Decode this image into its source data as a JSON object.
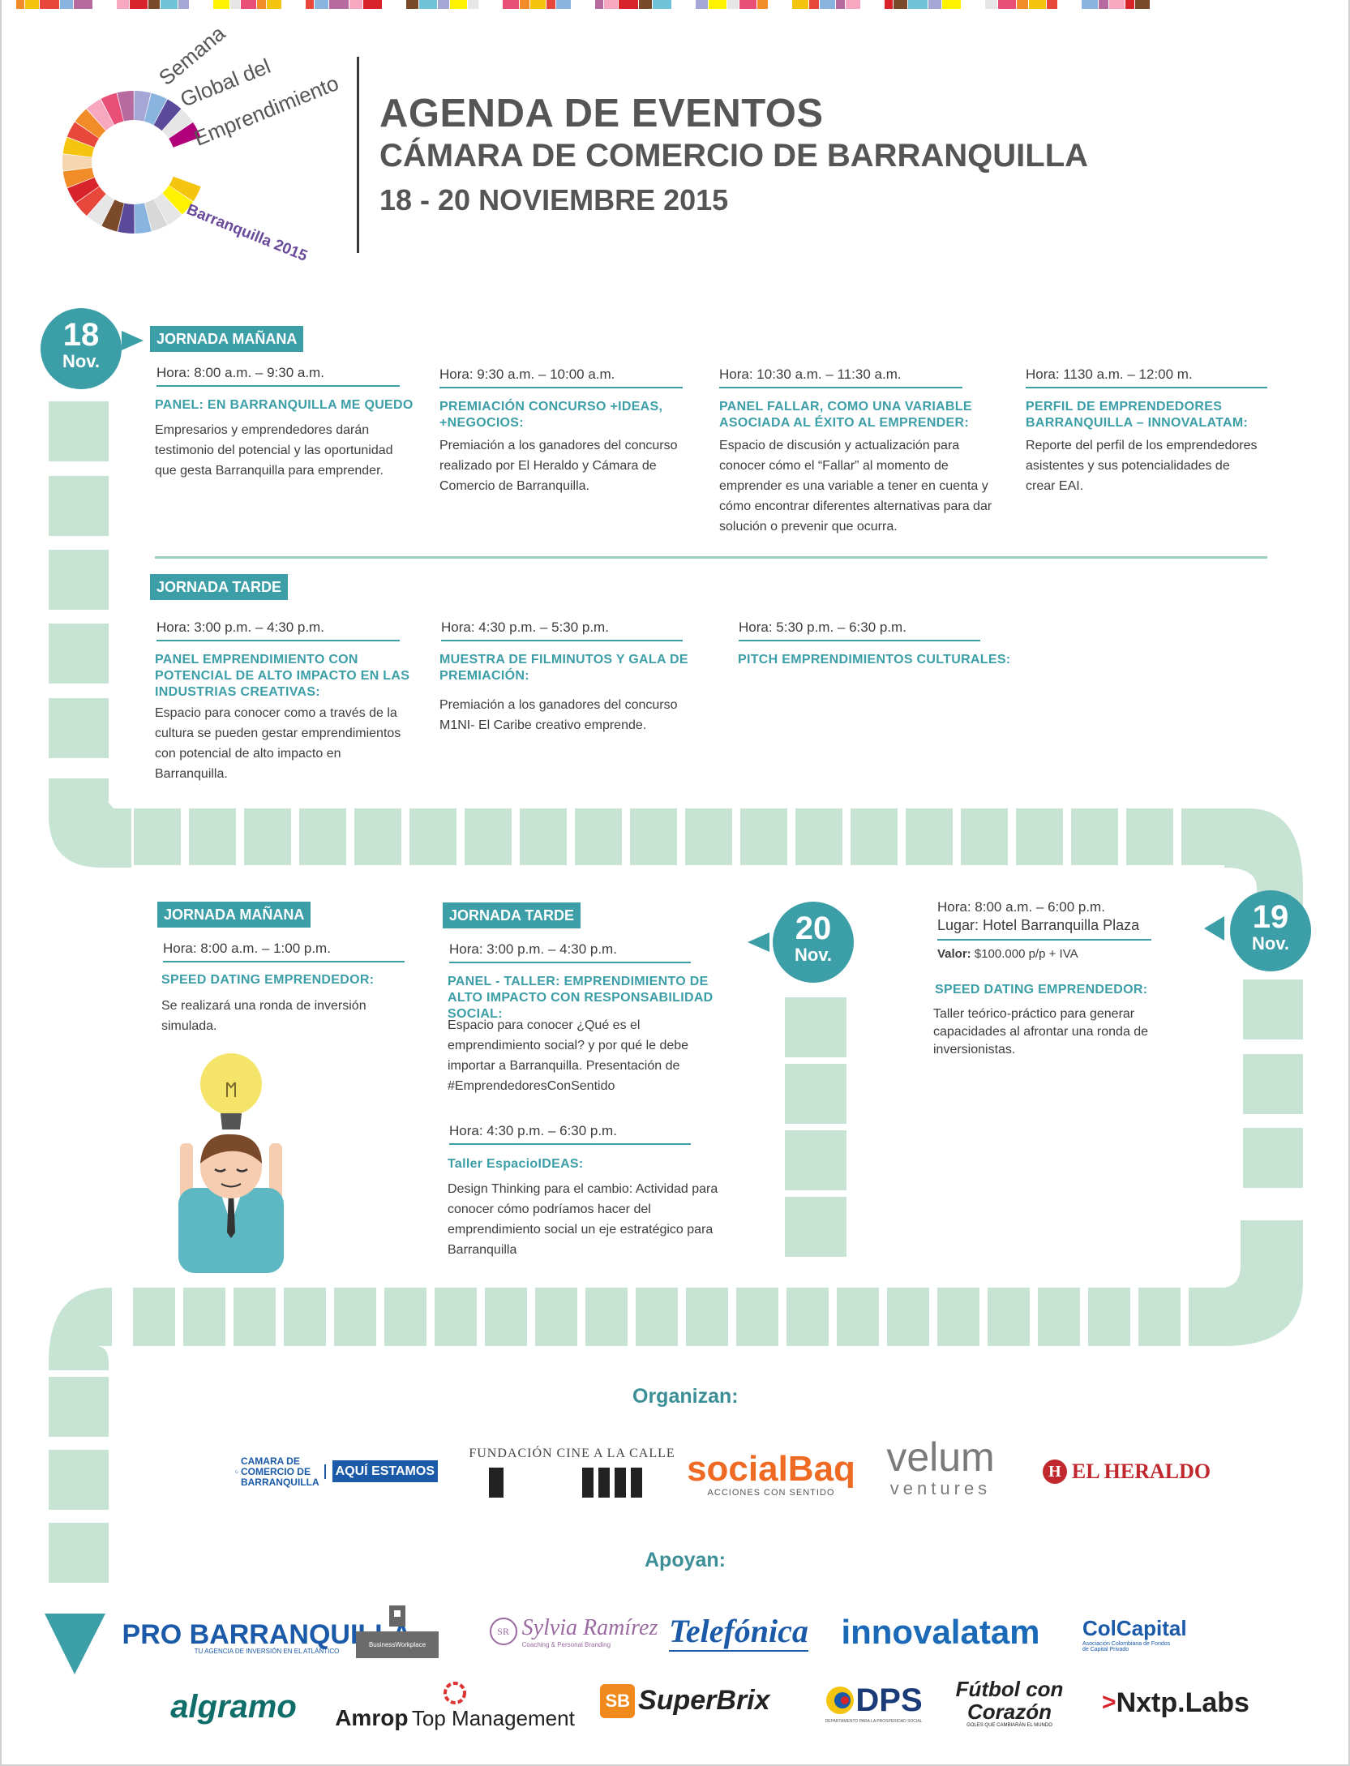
{
  "header": {
    "logo_line1": "Semana",
    "logo_line2": "Global del",
    "logo_line3": "Emprendimiento",
    "logo_city": "Barranquilla 2015",
    "title": "AGENDA DE EVENTOS",
    "subtitle": "CÁMARA DE COMERCIO DE BARRANQUILLA",
    "dates": "18 - 20 NOVIEMBRE 2015"
  },
  "day18": {
    "num": "18",
    "month": "Nov.",
    "morning_label": "JORNADA MAÑANA",
    "afternoon_label": "JORNADA TARDE",
    "morning": [
      {
        "hora_label": "Hora:",
        "hora": " 8:00 a.m. – 9:30 a.m.",
        "title": "PANEL: EN BARRANQUILLA ME QUEDO",
        "desc": "Empresarios y emprendedores darán testimonio del potencial y las oportunidad que gesta Barranquilla para emprender."
      },
      {
        "hora_label": "Hora:",
        "hora": " 9:30 a.m. – 10:00 a.m.",
        "title": "PREMIACIÓN CONCURSO +IDEAS, +NEGOCIOS:",
        "desc": "Premiación a los ganadores del concurso realizado por El Heraldo y Cámara de Comercio de Barranquilla."
      },
      {
        "hora_label": "Hora:",
        "hora": " 10:30 a.m. – 11:30 a.m.",
        "title": "PANEL FALLAR, COMO UNA VARIABLE ASOCIADA AL ÉXITO AL EMPRENDER:",
        "desc": "Espacio de discusión y actualización para conocer cómo el “Fallar” al momento de emprender es una variable a tener en cuenta y cómo encontrar diferentes alternativas para dar solución o prevenir que ocurra."
      },
      {
        "hora_label": "Hora:",
        "hora": " 1130 a.m. – 12:00 m.",
        "title": "PERFIL DE EMPRENDEDORES BARRANQUILLA – INNOVALATAM:",
        "desc": "Reporte del perfil de los emprendedores asistentes y sus potencialidades de crear EAI."
      }
    ],
    "afternoon": [
      {
        "hora_label": "Hora:",
        "hora": " 3:00 p.m. – 4:30 p.m.",
        "title": "PANEL EMPRENDIMIENTO CON POTENCIAL DE ALTO IMPACTO EN LAS INDUSTRIAS CREATIVAS:",
        "desc": "Espacio para conocer como a través de la cultura se pueden gestar emprendimientos con potencial de alto impacto en Barranquilla."
      },
      {
        "hora_label": "Hora:",
        "hora": " 4:30 p.m. – 5:30 p.m.",
        "title": "MUESTRA DE FILMINUTOS Y GALA DE PREMIACIÓN:",
        "desc": "Premiación a los ganadores del concurso M1NI- El Caribe creativo emprende."
      },
      {
        "hora_label": "Hora:",
        "hora": " 5:30 p.m. – 6:30 p.m.",
        "title": "PITCH EMPRENDIMIENTOS CULTURALES:",
        "desc": ""
      }
    ]
  },
  "day19": {
    "num": "19",
    "month": "Nov.",
    "hora_label": "Hora:",
    "hora": " 8:00 a.m. – 6:00 p.m.",
    "lugar_label": "Lugar:",
    "lugar": " Hotel Barranquilla Plaza",
    "valor_label": "Valor:",
    "valor": " $100.000 p/p + IVA",
    "title": "SPEED DATING EMPRENDEDOR:",
    "desc": "Taller teórico-práctico para generar capacidades al afrontar una ronda de inversionistas."
  },
  "day20": {
    "num": "20",
    "month": "Nov.",
    "morning_label": "JORNADA MAÑANA",
    "afternoon_label": "JORNADA TARDE",
    "morning": {
      "hora_label": "Hora:",
      "hora": " 8:00 a.m. – 1:00 p.m.",
      "title": "SPEED DATING EMPRENDEDOR:",
      "desc": "Se realizará una ronda de inversión simulada."
    },
    "afternoon": [
      {
        "hora_label": "Hora:",
        "hora": " 3:00 p.m. – 4:30 p.m.",
        "title": "PANEL - TALLER: EMPRENDIMIENTO DE ALTO IMPACTO CON RESPONSABILIDAD SOCIAL:",
        "desc": "Espacio para conocer ¿Qué es el emprendimiento social? y por qué le debe importar a Barranquilla. Presentación de #EmprendedoresConSentido"
      },
      {
        "hora_label": "Hora:",
        "hora": " 4:30 p.m. – 6:30 p.m.",
        "title": "Taller EspacioIDEAS:",
        "desc": "Design Thinking para el cambio: Actividad para conocer cómo podríamos hacer del emprendimiento social un eje estratégico para Barranquilla"
      }
    ]
  },
  "organizan": {
    "title": "Organizan:",
    "logos": [
      {
        "name": "CAMARA DE COMERCIO DE BARRANQUILLA",
        "extra": "AQUÍ ESTAMOS"
      },
      {
        "name": "FUNDACIÓN CINE A LA CALLE"
      },
      {
        "name": "socialBaq",
        "tag": "ACCIONES CON SENTIDO"
      },
      {
        "name": "velum",
        "tag": "ventures"
      },
      {
        "name": "EL HERALDO",
        "mark": "H"
      }
    ]
  },
  "apoyan": {
    "title": "Apoyan:",
    "logos": [
      {
        "name": "PRO BARRANQUILLA",
        "tag": "TU AGENCIA DE INVERSIÓN EN EL ATLÁNTICO"
      },
      {
        "name": "BusinessWorkplace"
      },
      {
        "name": "Sylvia Ramírez",
        "tag": "Coaching & Personal Branding"
      },
      {
        "name": "Telefónica"
      },
      {
        "name": "innovalatam"
      },
      {
        "name": "ColCapital",
        "tag": "Asociación Colombiana de Fondos de Capital Privado"
      },
      {
        "name": "algramo"
      },
      {
        "name": "Amrop",
        "tag": "Top Management"
      },
      {
        "name": "SuperBrix"
      },
      {
        "name": "DPS",
        "tag": "DEPARTAMENTO PARA LA PROSPERIDAD SOCIAL"
      },
      {
        "name": "Fútbol con Corazón",
        "tag": "GOLES QUE CAMBIARÁN EL MUNDO"
      },
      {
        "name": "Nxtp.Labs"
      }
    ]
  },
  "colors": {
    "teal": "#3c9ea7",
    "mint": "#c6e3d4",
    "gray_text": "#555555"
  }
}
